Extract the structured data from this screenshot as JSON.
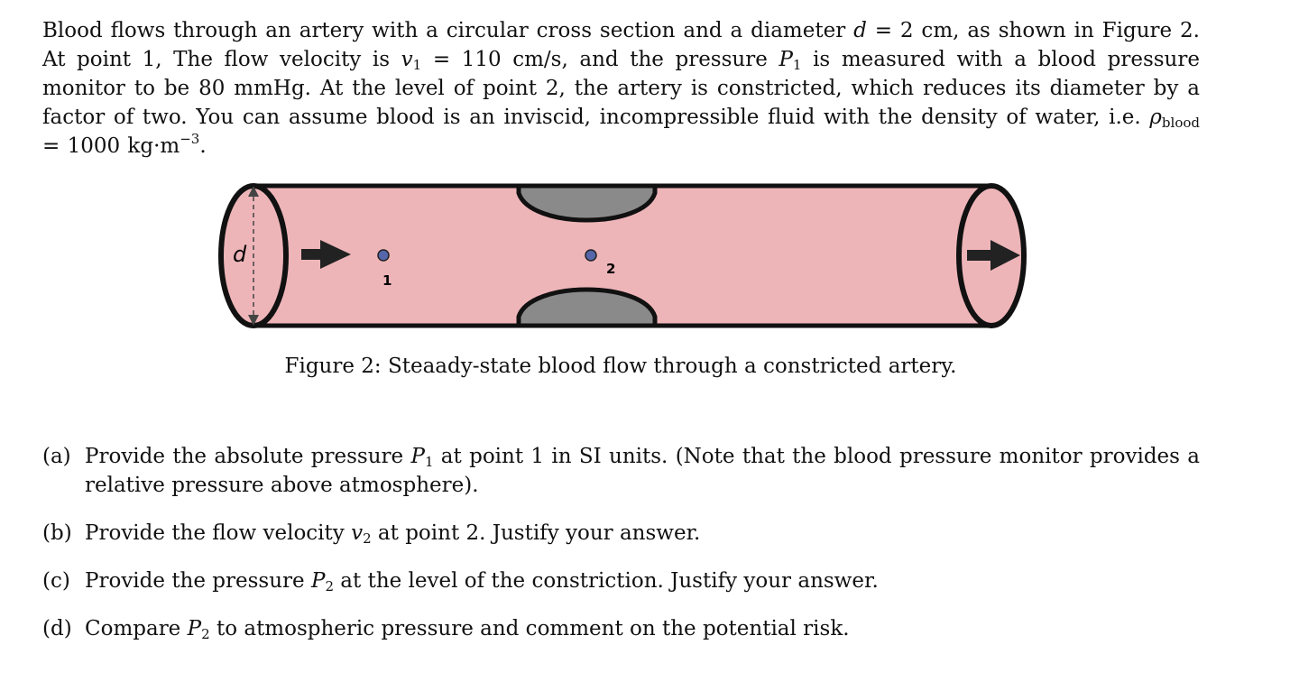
{
  "intro": {
    "p1": "Blood flows through an artery with a circular cross section and a diameter ",
    "d_var": "d",
    "p2": " = 2 cm, as shown in Figure 2. At point 1, The flow velocity is ",
    "v_var": "v",
    "v_sub": "1",
    "p3": " = 110 cm/s, and the pressure ",
    "P_var": "P",
    "P_sub": "1",
    "p4": " is measured with a blood pressure monitor to be 80 mmHg. At the level of point 2, the artery is constricted, which reduces its diameter by a factor of two. You can assume blood is an inviscid, incompressible fluid with the density of water, i.e. ",
    "rho_var": "ρ",
    "rho_sub": "blood",
    "p5": " = 1000 kg·m",
    "exp": "−3",
    "p6": "."
  },
  "figure": {
    "diameter_label": "d",
    "point1_label": "1",
    "point2_label": "2",
    "colors": {
      "artery_fill": "#eeb5b9",
      "outline": "#111111",
      "constriction": "#8a8a8a",
      "point": "#5566aa"
    }
  },
  "caption": "Figure 2: Steaady-state blood flow through a constricted artery.",
  "questions": [
    {
      "label": "(a)",
      "t1": "Provide the absolute pressure ",
      "var": "P",
      "sub": "1",
      "t2": " at point 1 in SI units. (Note that the blood pressure monitor provides a relative pressure above atmosphere)."
    },
    {
      "label": "(b)",
      "t1": "Provide the flow velocity ",
      "var": "v",
      "sub": "2",
      "t2": " at point 2. Justify your answer."
    },
    {
      "label": "(c)",
      "t1": "Provide the pressure ",
      "var": "P",
      "sub": "2",
      "t2": " at the level of the constriction. Justify your answer."
    },
    {
      "label": "(d)",
      "t1": "Compare ",
      "var": "P",
      "sub": "2",
      "t2": " to atmospheric pressure and comment on the potential risk."
    }
  ]
}
